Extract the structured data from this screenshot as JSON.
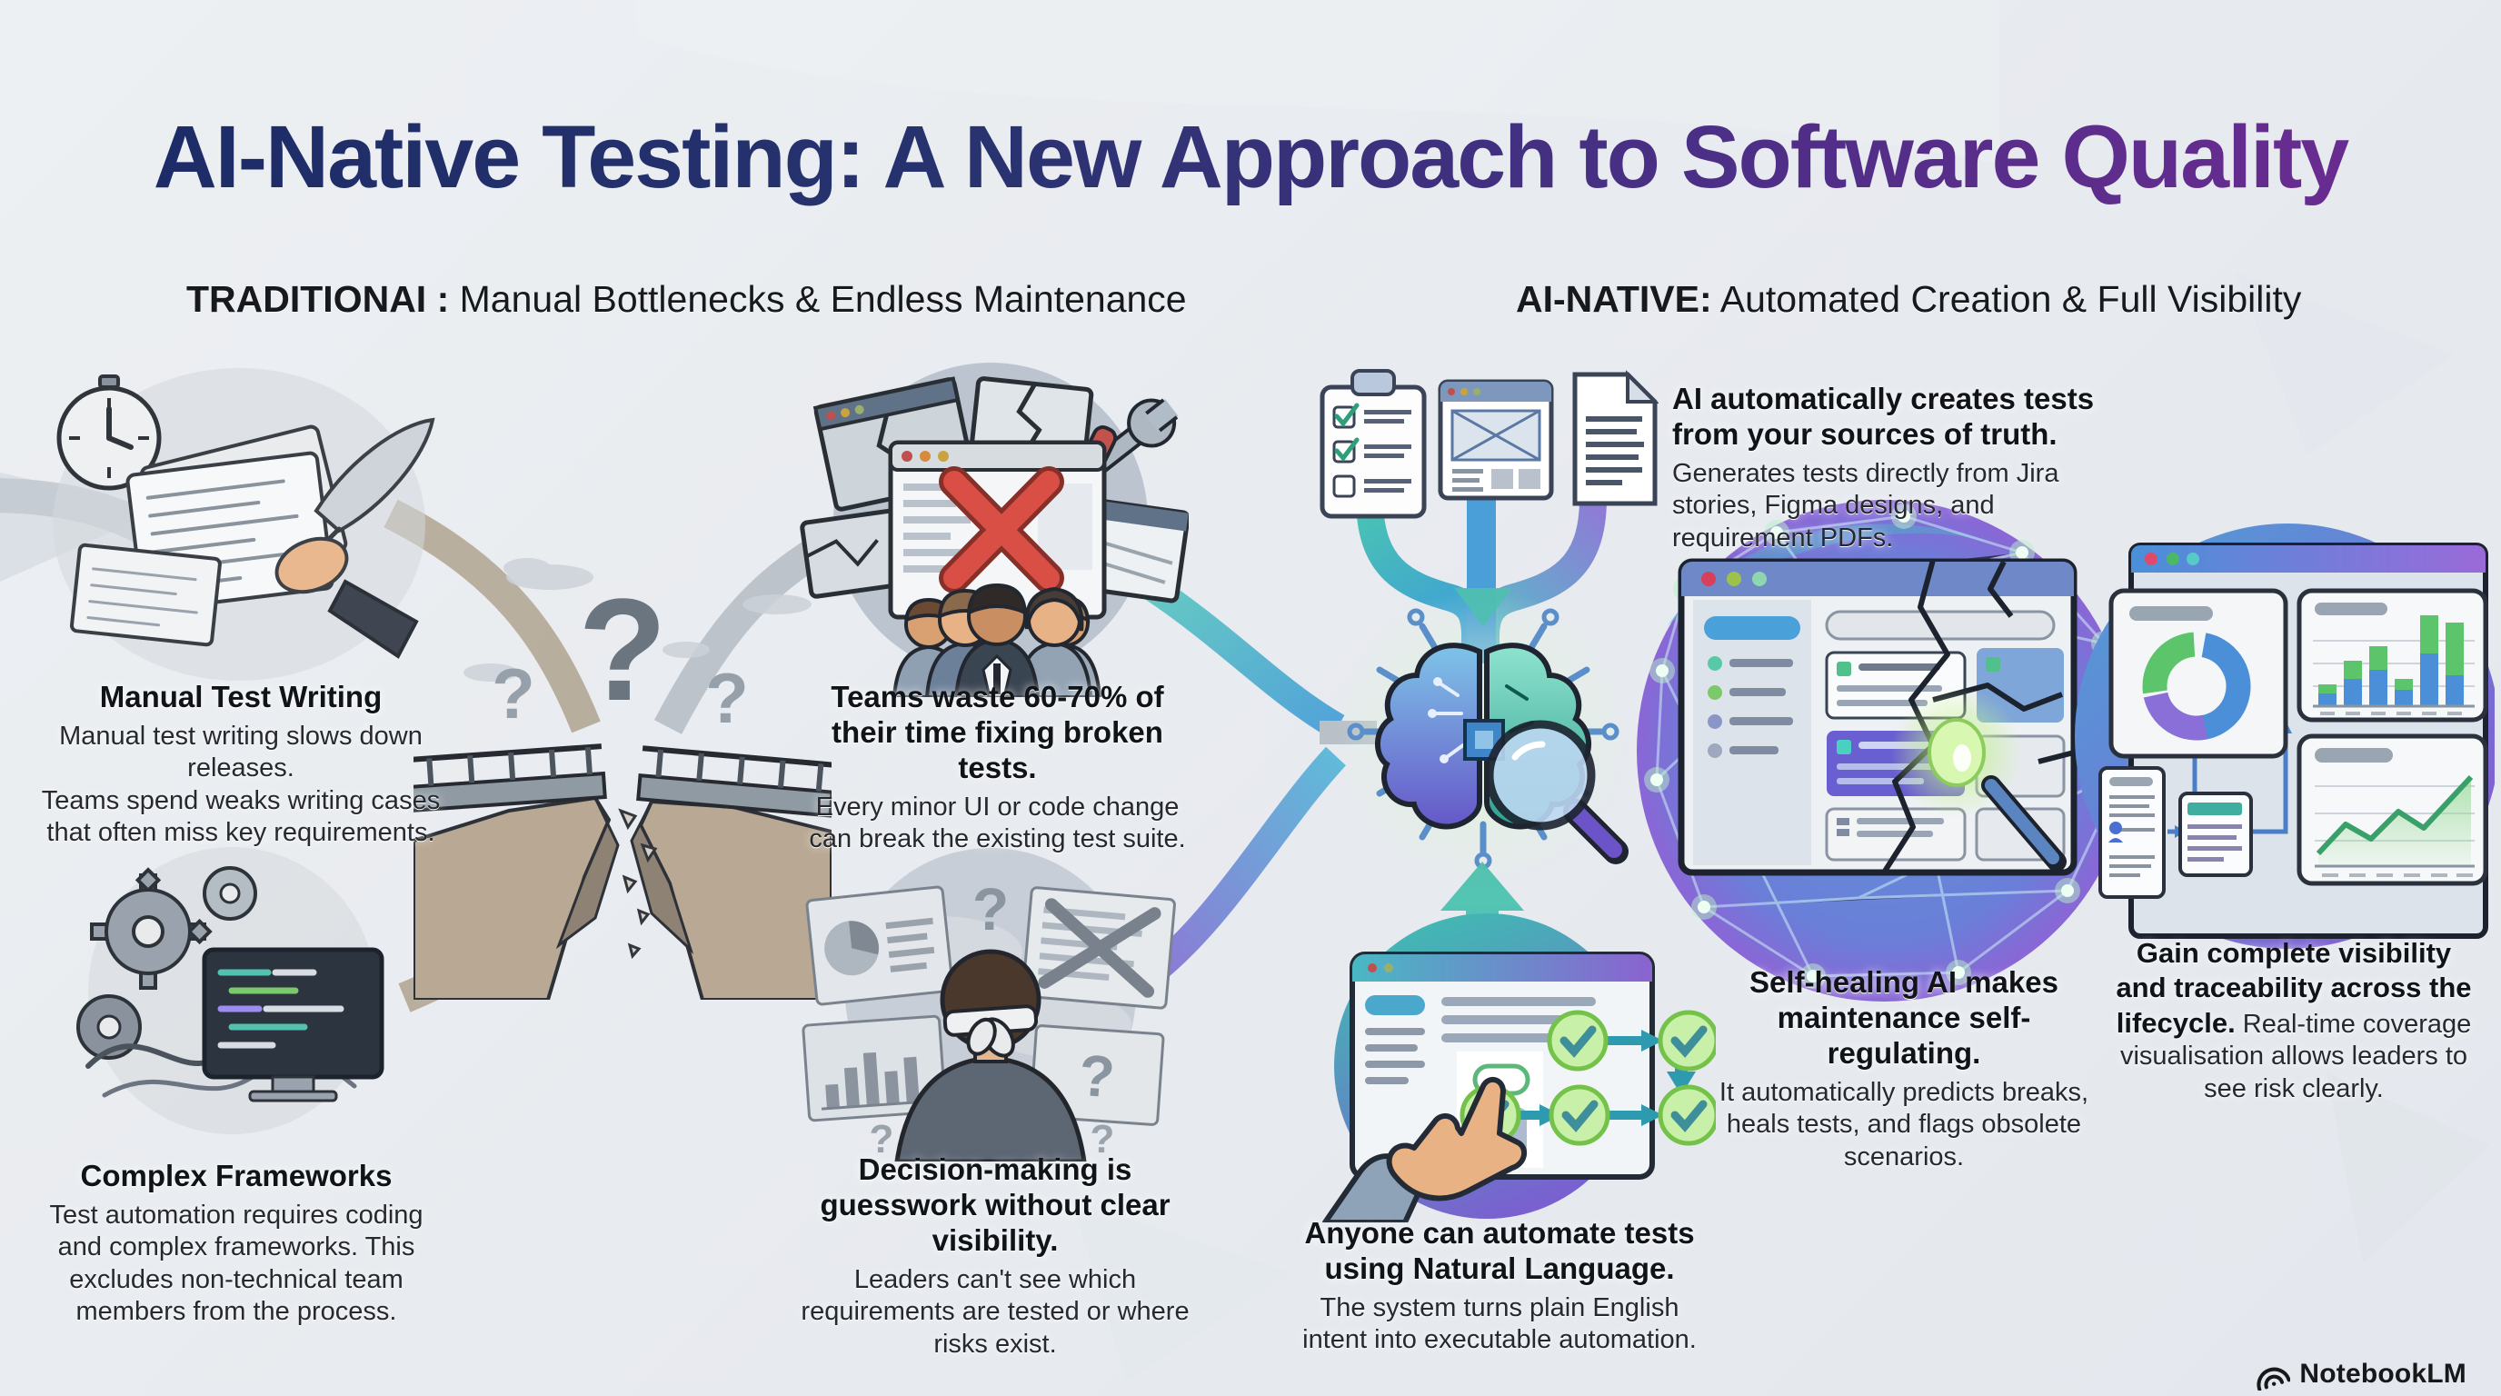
{
  "title": "AI-Native Testing: A New Approach to Software Quality",
  "traditional": {
    "label": "TRADITIONAI :",
    "tagline": " Manual Bottlenecks & Endless Maintenance",
    "manual": {
      "heading": "Manual Test Writing",
      "line1": "Manual test writing slows down releases.",
      "line2": "Teams spend weaks writing cases that often miss key requirements."
    },
    "broken": {
      "heading": "Teams waste 60-70% of their time fixing broken tests.",
      "body": "Every minor UI or code change can break the existing test suite."
    },
    "frameworks": {
      "heading": "Complex Frameworks",
      "body": "Test automation requires coding and complex frameworks. This excludes non-technical team members from the process."
    },
    "visibility": {
      "heading": "Decision-making is guesswork without clear visibility.",
      "body": "Leaders can't see which requirements are tested or where risks exist."
    }
  },
  "ai_native": {
    "label": "AI-NATIVE:",
    "tagline": " Automated Creation & Full Visibility",
    "creation": {
      "heading": "AI automatically creates tests from your sources of truth.",
      "body": "Generates tests directly from Jira stories, Figma designs, and requirement PDFs."
    },
    "healing": {
      "heading": "Self-healing AI makes maintenance self-regulating.",
      "body": "It automatically predicts breaks, heals tests, and flags obsolete scenarios."
    },
    "visibility": {
      "heading": "Gain complete visibility and traceability across the lifecycle.",
      "body": " Real-time coverage visualisation allows leaders to see risk clearly."
    },
    "natural_language": {
      "heading": "Anyone can automate tests using Natural Language.",
      "body": "The system turns plain English intent into executable automation."
    }
  },
  "glyphs": {
    "question": "?"
  },
  "footer": {
    "brand": "NotebookLM"
  },
  "palette": {
    "title_navy": "#1b2a66",
    "title_purple": "#702b93",
    "accent_teal": "#3fbfae",
    "accent_blue": "#4a8fd4",
    "accent_purple": "#7b5fd0",
    "alert_red": "#d94f45",
    "success_green": "#5cb85c",
    "vignette_gray": "#b6c2cc"
  }
}
